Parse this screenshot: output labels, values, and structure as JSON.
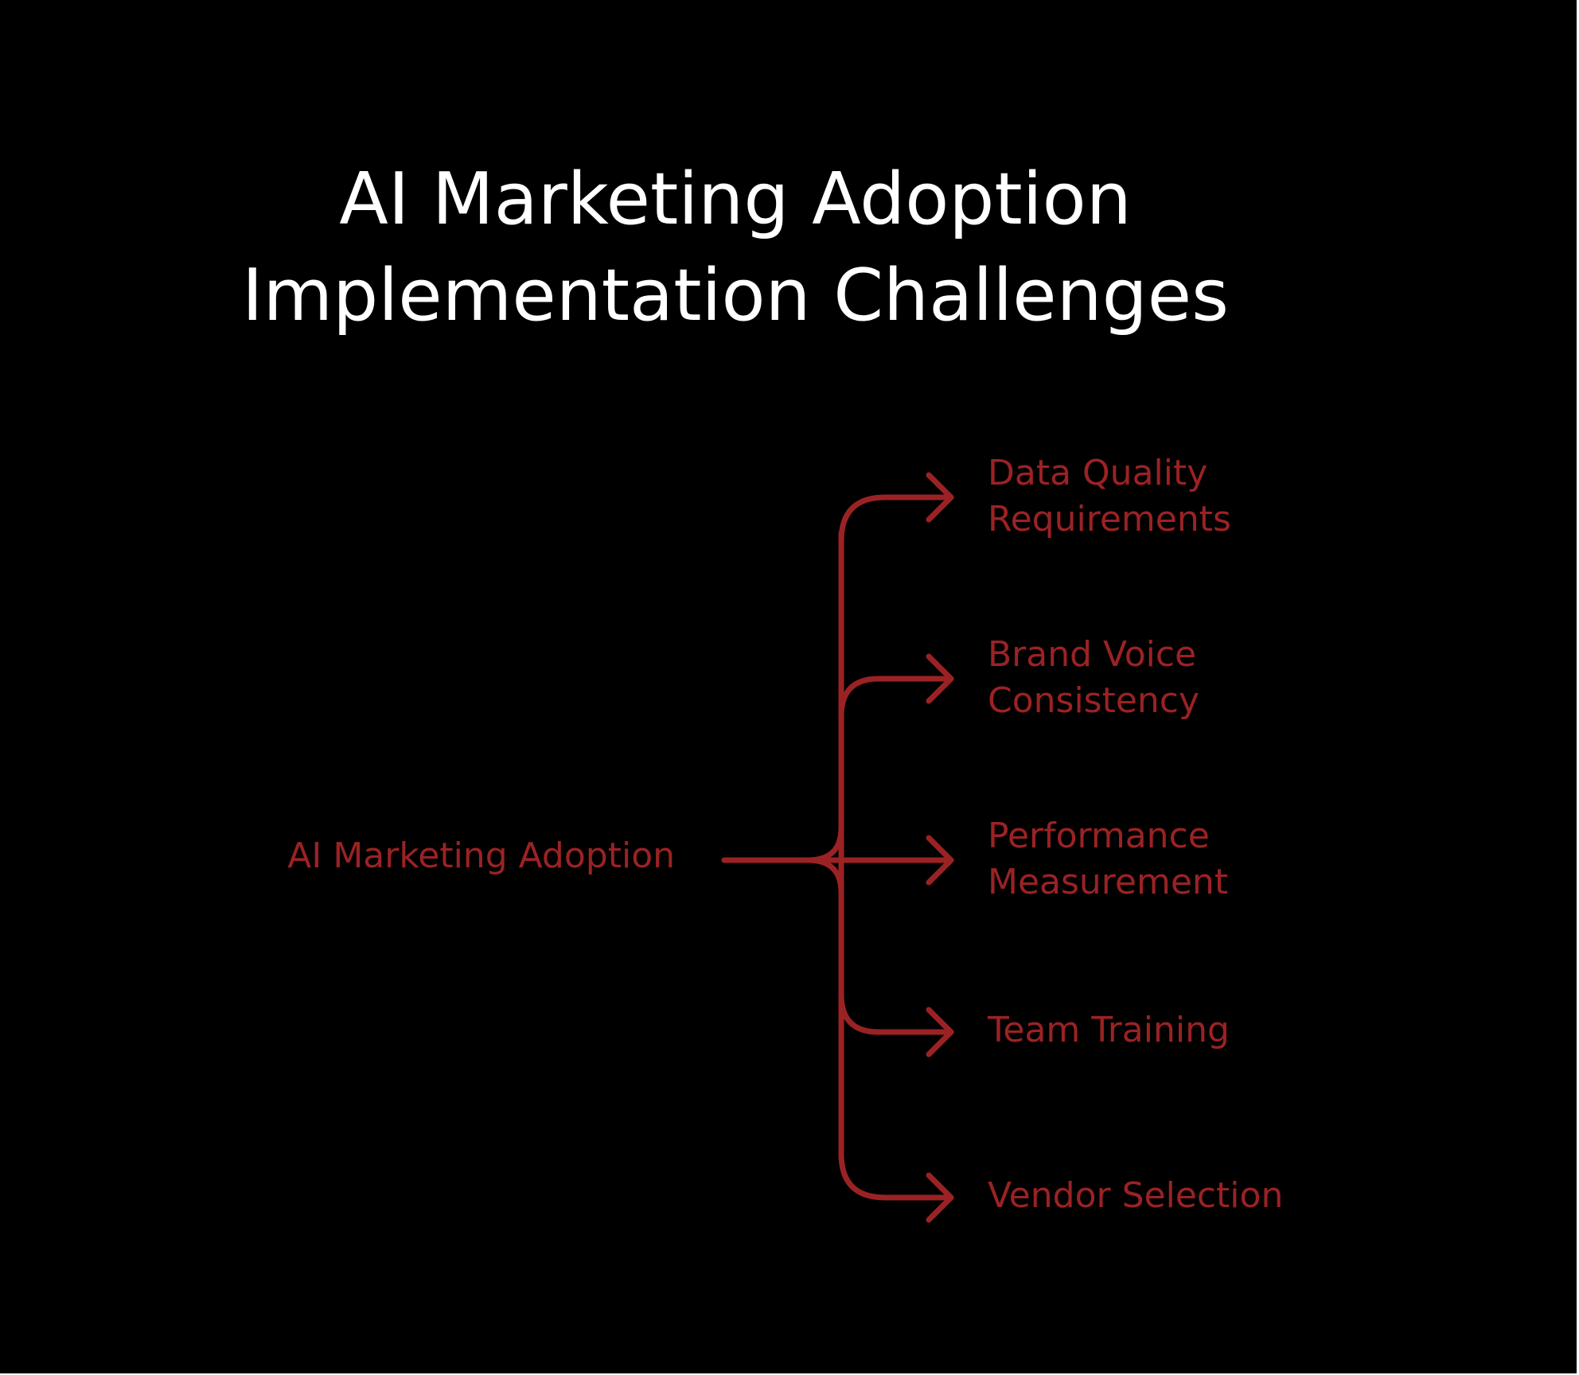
{
  "title": {
    "line1": "AI Marketing Adoption",
    "line2": "Implementation Challenges"
  },
  "colors": {
    "background": "#000000",
    "title": "#ffffff",
    "accent": "#9b2224"
  },
  "root": {
    "label": "AI Marketing Adoption"
  },
  "branches": [
    {
      "lines": [
        "Data Quality",
        "Requirements"
      ]
    },
    {
      "lines": [
        "Brand Voice",
        "Consistency"
      ]
    },
    {
      "lines": [
        "Performance",
        "Measurement"
      ]
    },
    {
      "lines": [
        "Team Training"
      ]
    },
    {
      "lines": [
        "Vendor Selection"
      ]
    }
  ]
}
